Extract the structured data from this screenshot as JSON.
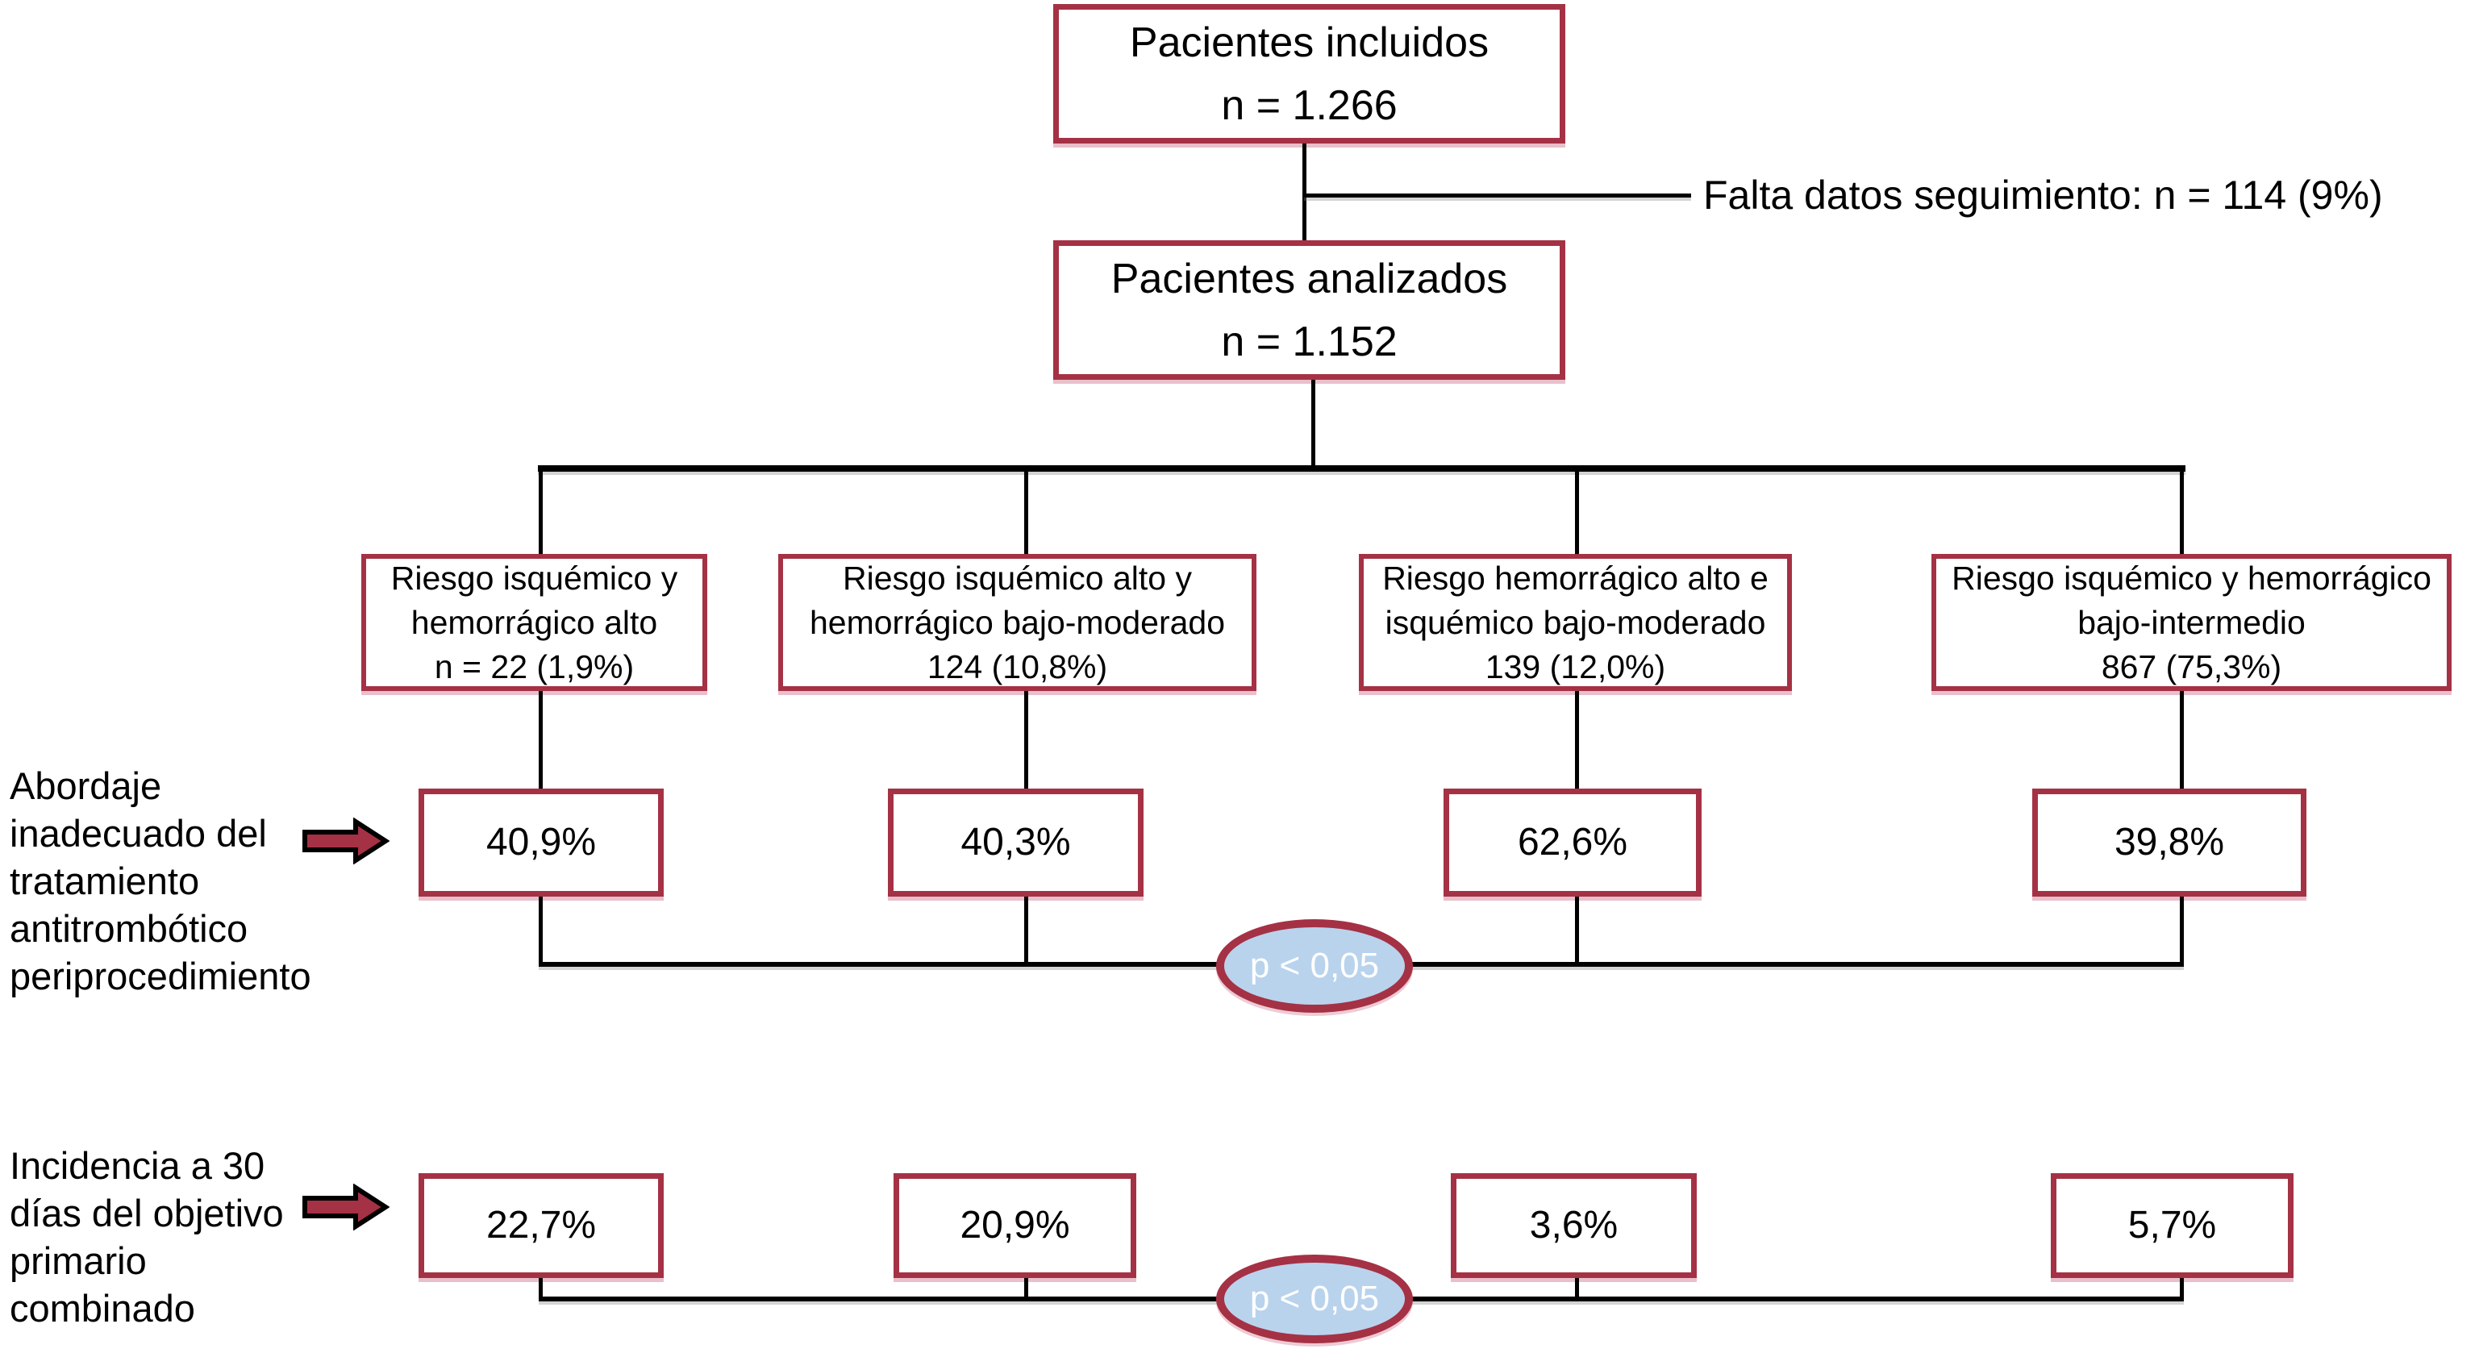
{
  "title_boxes": {
    "included": {
      "line1": "Pacientes incluidos",
      "line2": "n = 1.266"
    },
    "analyzed": {
      "line1": "Pacientes analizados",
      "line2": "n = 1.152"
    }
  },
  "excluded_note": "Falta datos seguimiento: n = 114 (9%)",
  "risk_groups": [
    {
      "lines": [
        "Riesgo isquémico y",
        "hemorrágico alto",
        "n = 22 (1,9%)"
      ]
    },
    {
      "lines": [
        "Riesgo isquémico alto y",
        "hemorrágico bajo-moderado",
        "124 (10,8%)"
      ]
    },
    {
      "lines": [
        "Riesgo hemorrágico alto e",
        "isquémico bajo-moderado",
        "139 (12,0%)"
      ]
    },
    {
      "lines": [
        "Riesgo isquémico y hemorrágico",
        "bajo-intermedio",
        "867 (75,3%)"
      ]
    }
  ],
  "approach_row": {
    "label_lines": [
      "Abordaje",
      "inadecuado del",
      "tratamiento",
      "antitrombótico",
      "periprocedimiento"
    ],
    "values": [
      "40,9%",
      "40,3%",
      "62,6%",
      "39,8%"
    ],
    "p_value": "p < 0,05"
  },
  "incidence_row": {
    "label_lines": [
      "Incidencia a 30",
      "días del objetivo",
      "primario",
      "combinado"
    ],
    "values": [
      "22,7%",
      "20,9%",
      "3,6%",
      "5,7%"
    ],
    "p_value": "p < 0,05"
  },
  "colors": {
    "box_border": "#A53145",
    "ellipse_fill": "#B9D3ED",
    "ellipse_text": "#FFFFFF",
    "arrow_fill": "#A53145",
    "line": "#000000"
  }
}
